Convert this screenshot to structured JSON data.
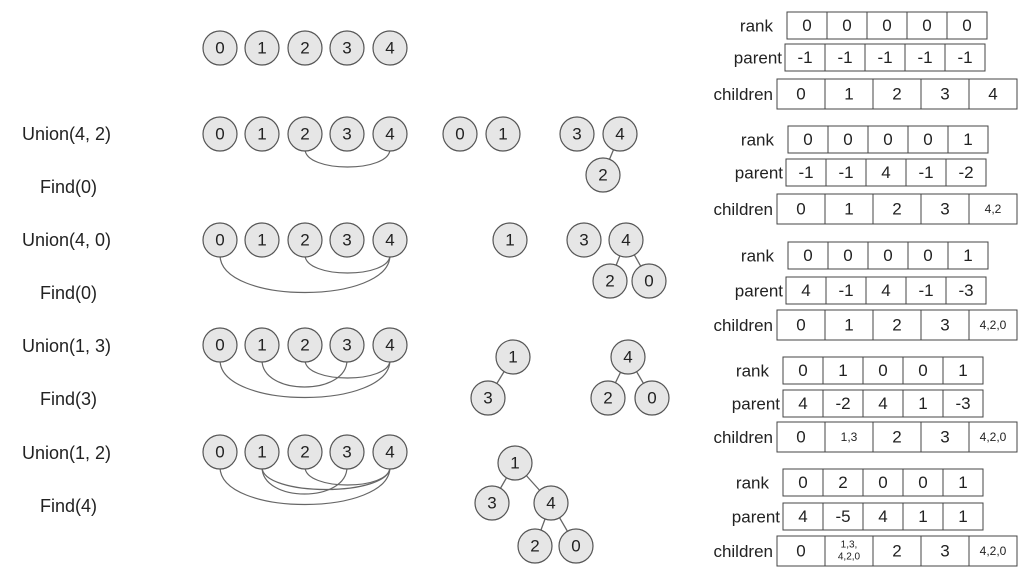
{
  "operations": [
    {
      "label": "Union(4, 2)"
    },
    {
      "label": "Find(0)"
    },
    {
      "label": "Union(4, 0)"
    },
    {
      "label": "Find(0)"
    },
    {
      "label": "Union(1, 3)"
    },
    {
      "label": "Find(3)"
    },
    {
      "label": "Union(1, 2)"
    },
    {
      "label": "Find(4)"
    }
  ],
  "node_labels": [
    "0",
    "1",
    "2",
    "3",
    "4"
  ],
  "row_labels": {
    "rank": "rank",
    "parent": "parent",
    "children": "children"
  },
  "steps": [
    {
      "rank": [
        "0",
        "0",
        "0",
        "0",
        "0"
      ],
      "parent": [
        "-1",
        "-1",
        "-1",
        "-1",
        "-1"
      ],
      "children": [
        "0",
        "1",
        "2",
        "3",
        "4"
      ],
      "links": []
    },
    {
      "rank": [
        "0",
        "0",
        "0",
        "0",
        "1"
      ],
      "parent": [
        "-1",
        "-1",
        "4",
        "-1",
        "-2"
      ],
      "children": [
        "0",
        "1",
        "2",
        "3",
        "4,2"
      ],
      "links": [
        [
          2,
          4
        ]
      ]
    },
    {
      "rank": [
        "0",
        "0",
        "0",
        "0",
        "1"
      ],
      "parent": [
        "4",
        "-1",
        "4",
        "-1",
        "-3"
      ],
      "children": [
        "0",
        "1",
        "2",
        "3",
        "4,2,0"
      ],
      "links": [
        [
          2,
          4
        ],
        [
          0,
          4
        ]
      ]
    },
    {
      "rank": [
        "0",
        "1",
        "0",
        "0",
        "1"
      ],
      "parent": [
        "4",
        "-2",
        "4",
        "1",
        "-3"
      ],
      "children": [
        "0",
        "1,3",
        "2",
        "3",
        "4,2,0"
      ],
      "links": [
        [
          2,
          4
        ],
        [
          0,
          4
        ],
        [
          1,
          3
        ]
      ]
    },
    {
      "rank": [
        "0",
        "2",
        "0",
        "0",
        "1"
      ],
      "parent": [
        "4",
        "-5",
        "4",
        "1",
        "1"
      ],
      "children": [
        "0",
        "1,3, 4,2,0",
        "2",
        "3",
        "4,2,0"
      ],
      "links": [
        [
          2,
          4
        ],
        [
          0,
          4
        ],
        [
          1,
          3
        ],
        [
          1,
          4
        ]
      ]
    }
  ],
  "forest_nodes": [
    {
      "label": "0"
    },
    {
      "label": "1"
    },
    {
      "label": "3"
    },
    {
      "label": "4"
    },
    {
      "label": "2"
    },
    {
      "label": "1"
    },
    {
      "label": "3"
    },
    {
      "label": "4"
    },
    {
      "label": "2"
    },
    {
      "label": "0"
    },
    {
      "label": "1"
    },
    {
      "label": "3"
    },
    {
      "label": "4"
    },
    {
      "label": "2"
    },
    {
      "label": "0"
    },
    {
      "label": "1"
    },
    {
      "label": "3"
    },
    {
      "label": "4"
    },
    {
      "label": "2"
    },
    {
      "label": "0"
    }
  ],
  "colors": {
    "node_fill": "#e6e6e6",
    "stroke": "#555555",
    "line": "#666666",
    "cell_border": "#444444"
  }
}
